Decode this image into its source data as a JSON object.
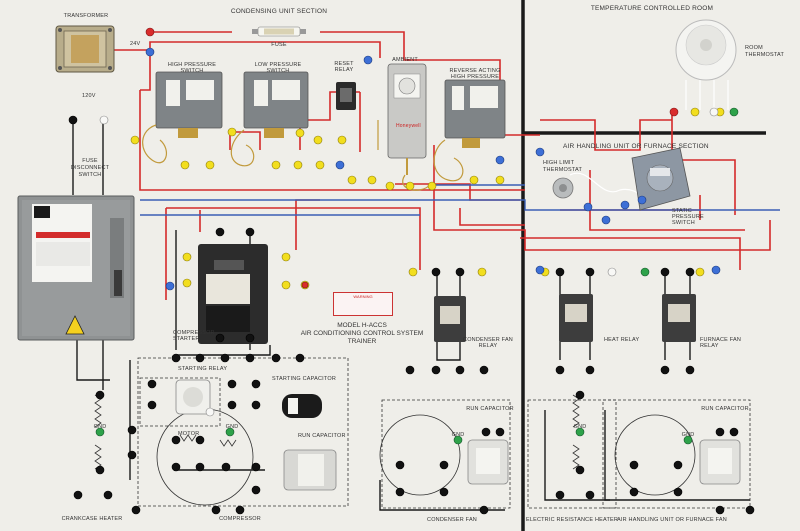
{
  "board": {
    "title": [
      "MODEL H-ACCS",
      "AIR CONDITIONING CONTROL SYSTEM",
      "TRAINER"
    ],
    "sections": {
      "condensing_unit": "CONDENSING UNIT SECTION",
      "temperature_room": "TEMPERATURE CONTROLLED ROOM",
      "air_handling": "AIR HANDLING UNIT OR FURNACE SECTION"
    },
    "labels": {
      "transformer": "TRANSFORMER",
      "v24": "24V",
      "v120": "120V",
      "fuse": "FUSE",
      "fuse_disconnect": [
        "FUSE",
        "DISCONNECT",
        "SWITCH"
      ],
      "high_pressure": [
        "HIGH PRESSURE",
        "SWITCH"
      ],
      "low_pressure": [
        "LOW PRESSURE",
        "SWITCH"
      ],
      "reset_relay": [
        "RESET",
        "RELAY"
      ],
      "ambient": "AMBIENT",
      "reverse_acting": [
        "REVERSE ACTING",
        "HIGH PRESSURE"
      ],
      "room_thermostat": [
        "ROOM",
        "THERMOSTAT"
      ],
      "high_limit": [
        "HIGH LIMIT",
        "THERMOSTAT"
      ],
      "static_pressure": [
        "STATIC",
        "PRESSURE",
        "SWITCH"
      ],
      "compressor_starter": [
        "COMPRESSOR",
        "STARTER"
      ],
      "starting_relay": "STARTING RELAY",
      "starting_capacitor": "STARTING CAPACITOR",
      "run_capacitor_left": "RUN CAPACITOR",
      "condenser_fan_relay": [
        "CONDENSER FAN",
        "RELAY"
      ],
      "heat_relay": "HEAT RELAY",
      "furnace_fan_relay": [
        "FURNACE FAN",
        "RELAY"
      ],
      "run_capacitor_mid": "RUN CAPACITOR",
      "run_capacitor_right": "RUN CAPACITOR",
      "gnd": "GND",
      "motor": "MOTOR",
      "crankcase_heater": "CRANKCASE HEATER",
      "compressor": "COMPRESSOR",
      "condenser_fan": "CONDENSER FAN",
      "electric_heater": "ELECTRIC RESISTANCE HEATER",
      "air_handling_fan": "AIR HANDLING UNIT OR FURNACE FAN"
    },
    "warning": "WARNING",
    "honeywell": "Honeywell",
    "colors": {
      "board": "#efeee9",
      "wire_red": "#d42a2a",
      "wire_black": "#1a1a1a",
      "wire_blue": "#3b5fb5",
      "wire_white": "#f4f4f4",
      "terminal_yellow": "#f2de1e",
      "terminal_red": "#d92c2c",
      "terminal_blue": "#3d6fd6",
      "terminal_green": "#2ea24a",
      "disconnect_grey": "#8f9293",
      "control_grey": "#7d8184"
    }
  }
}
